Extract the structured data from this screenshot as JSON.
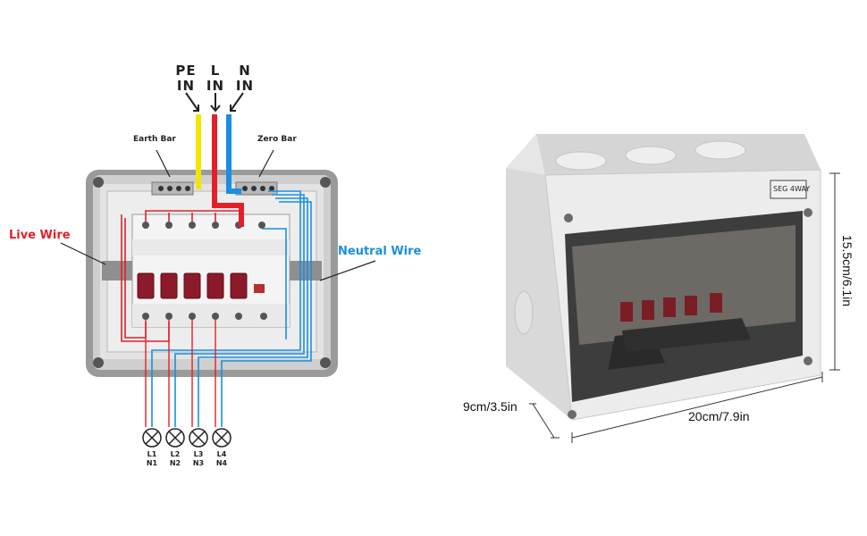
{
  "wiring": {
    "inputs": [
      {
        "line1": "PE",
        "line2": "IN"
      },
      {
        "line1": "L",
        "line2": "IN"
      },
      {
        "line1": "N",
        "line2": "IN"
      }
    ],
    "earth_bar": "Earth Bar",
    "zero_bar": "Zero Bar",
    "live_wire": "Live Wire",
    "neutral_wire": "Neutral Wire",
    "outputs": [
      {
        "line": "L1",
        "neutral": "N1"
      },
      {
        "line": "L2",
        "neutral": "N2"
      },
      {
        "line": "L3",
        "neutral": "N3"
      },
      {
        "line": "L4",
        "neutral": "N4"
      }
    ],
    "colors": {
      "pe": "#f2e600",
      "live": "#e3202a",
      "neutral": "#1a8fe0",
      "live_label": "#e3202a",
      "neutral_label": "#1a8fe0"
    }
  },
  "product": {
    "badge": "SEG 4WAY",
    "depth": "9cm/3.5in",
    "width": "20cm/7.9in",
    "height": "15.5cm/6.1in"
  }
}
